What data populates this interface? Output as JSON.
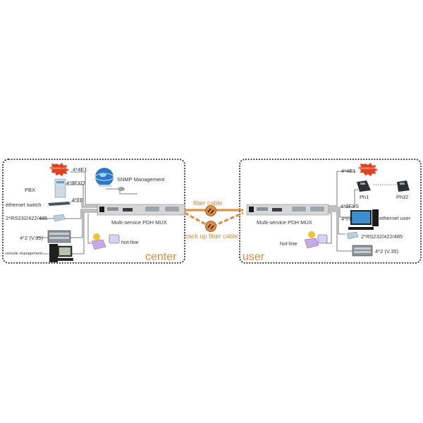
{
  "diagram": {
    "center": {
      "zone_label": "center",
      "mux_label": "Multi-service PDH MUX",
      "snmp_label": "SNMP Management",
      "hotline_label": "hot-line",
      "badge_text": "PDH/SDH ATM",
      "ports": {
        "e1": "4*4E1",
        "fxo": "4*8FXO",
        "fe": "4*FE"
      },
      "devices": {
        "pbx": "PBX",
        "ethernet_switch": "ethernet  switch",
        "serial": "2*RS232/422/485",
        "v35": "4*2 (V.35)",
        "console": "console management"
      }
    },
    "links": {
      "fiber": "fiber  cable",
      "backup": "back up fiber  cable"
    },
    "user": {
      "zone_label": "user",
      "mux_label": "Multi-service PDH MUX",
      "hotline_label": "hot-line",
      "badge_text": "PDH/SDH ATM",
      "ports": {
        "e1": "4*4E1",
        "fxs": "4*8FXS",
        "fe": "4*FE"
      },
      "devices": {
        "ph1": "Ph1",
        "ph32": "Ph32",
        "ethernet_user": "ethernet user",
        "serial": "2*RS232/422/485",
        "v35": "4*2 (V.35)"
      }
    },
    "colors": {
      "accent": "#e08a3a",
      "badge": "#e8401c",
      "box_border": "#222222"
    }
  }
}
